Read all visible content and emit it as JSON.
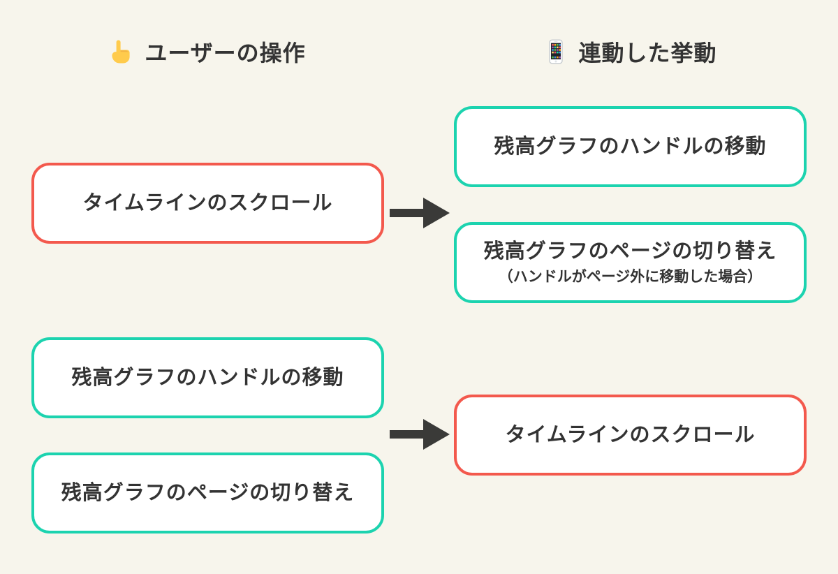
{
  "colors": {
    "page_bg": "#f7f5ec",
    "box_bg": "#ffffff",
    "text": "#333333",
    "arrow": "#3a3a38",
    "user_accent": "#f3594d",
    "linked_accent": "#1cd3af"
  },
  "headers": {
    "left": {
      "icon_glyph": "👆",
      "icon_name": "pointing-up-icon",
      "label": "ユーザーの操作"
    },
    "right": {
      "icon_glyph": "📱",
      "icon_name": "smartphone-icon",
      "label": "連動した挙動"
    }
  },
  "flows": [
    {
      "user_actions": [
        {
          "label": "タイムラインのスクロール"
        }
      ],
      "linked_behaviors": [
        {
          "label": "残高グラフのハンドルの移動"
        },
        {
          "label": "残高グラフのページの切り替え",
          "note": "（ハンドルがページ外に移動した場合）"
        }
      ]
    },
    {
      "user_actions": [
        {
          "label": "残高グラフのハンドルの移動"
        },
        {
          "label": "残高グラフのページの切り替え"
        }
      ],
      "linked_behaviors": [
        {
          "label": "タイムラインのスクロール"
        }
      ]
    }
  ]
}
